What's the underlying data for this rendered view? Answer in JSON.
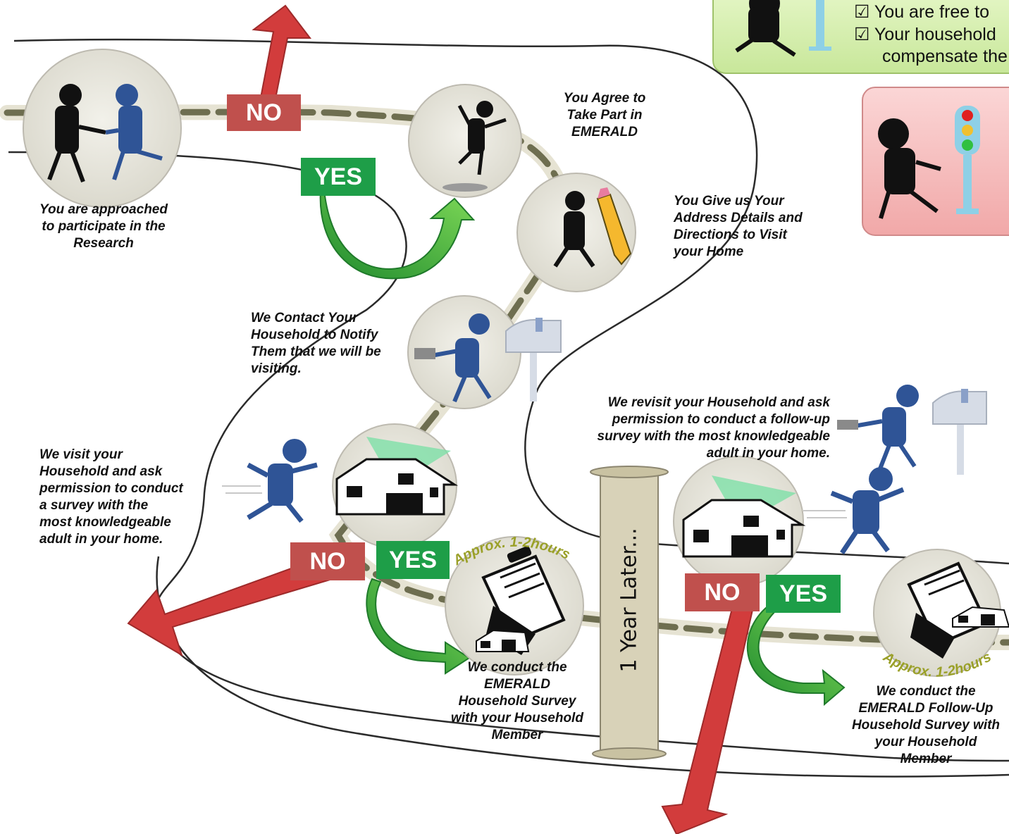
{
  "captions": {
    "approached": "You are approached\nto participate in the\nResearch",
    "agree": "You Agree to\nTake Part in\nEMERALD",
    "address": "You Give us Your\nAddress Details and\nDirections to Visit\nyour Home",
    "contact": "We Contact Your\nHousehold to Notify\nThem that we will be\nvisiting.",
    "visit": "We visit your\nHousehold and  ask\npermission to conduct\na  survey with the\nmost knowledgeable\nadult in your home.",
    "revisit": "We revisit your Household and  ask\npermission to conduct a follow-up\nsurvey with the most knowledgeable\nadult in your home.",
    "conduct1": "We conduct the\nEMERALD\nHousehold Survey\nwith your Household\nMember",
    "conduct2": "We conduct the\nEMERALD Follow-Up\nHousehold Survey with\nyour Household\nMember"
  },
  "badges": {
    "no1": "NO",
    "yes1": "YES",
    "no2": "NO",
    "yes2": "YES",
    "no3": "NO",
    "yes3": "YES"
  },
  "approx": {
    "first": "Approx.  1-2hours",
    "second": "Approx.  1-2hours"
  },
  "scroll": {
    "label": "1 Year Later..."
  },
  "info_box": {
    "line1": "☑  You are free to",
    "line2": "☑  Your household",
    "line3": "compensate the"
  },
  "colors": {
    "no_red": "#c0504d",
    "yes_green": "#1e9e48",
    "arrow_red": "#d23c3c",
    "arrow_green": "#3cb43c",
    "figure_blue": "#2f5496",
    "info_green": "#d6f0b0",
    "info_red": "#f7c0c0",
    "road": "#6e6e50",
    "scroll": "#d8d2b8"
  },
  "icons": {
    "handshake": "handshake-icon",
    "jumping": "jumping-figure-icon",
    "pencil": "figure-with-pencil-icon",
    "mailbox": "mailbox-runner-icon",
    "house": "house-icon",
    "clipboard": "clipboard-icon",
    "traffic_light": "traffic-light-icon"
  }
}
